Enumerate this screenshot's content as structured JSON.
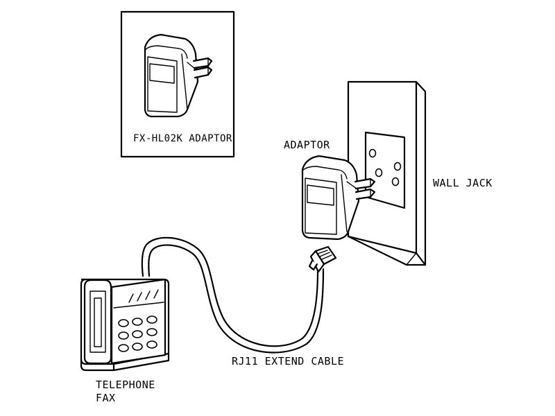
{
  "labels": {
    "inset_caption": "FX-HL02K ADAPTOR",
    "adaptor": "ADAPTOR",
    "wall_jack": "WALL JACK",
    "cable": "RJ11 EXTEND CABLE",
    "telephone": "TELEPHONE",
    "fax": "FAX"
  }
}
